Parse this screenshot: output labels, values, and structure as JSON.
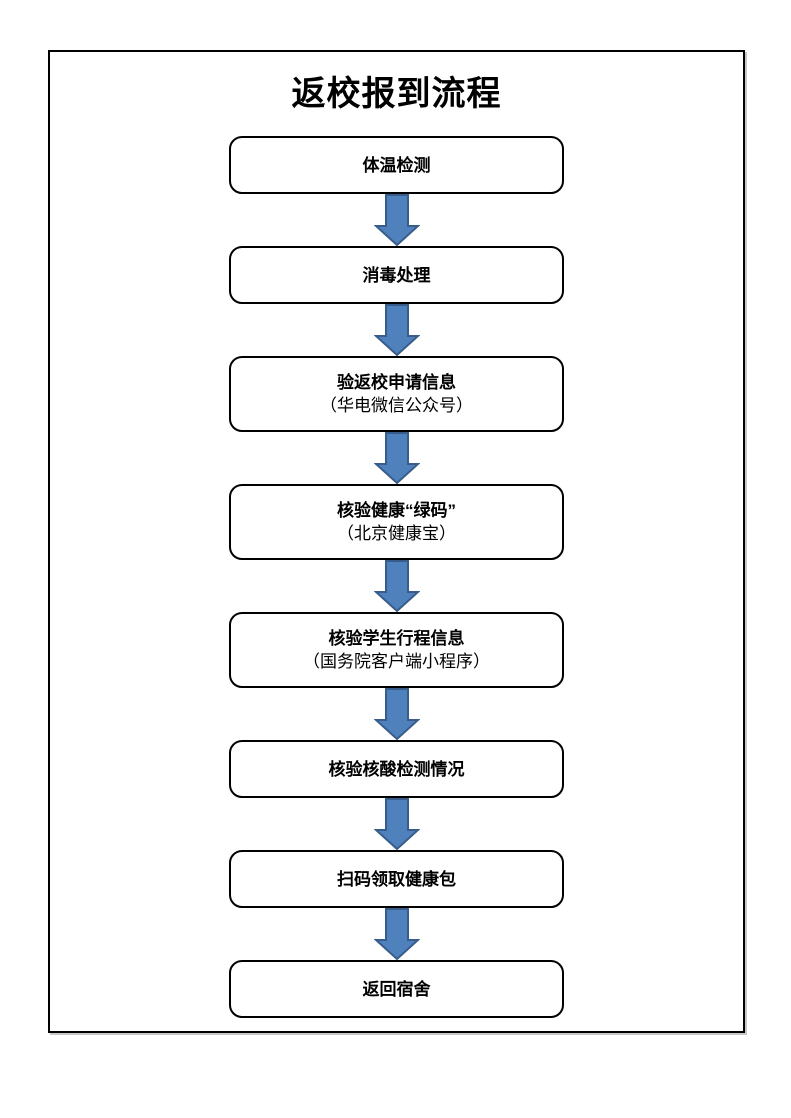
{
  "page": {
    "title": "返校报到流程"
  },
  "colors": {
    "arrow_fill": "#4f81bd",
    "arrow_stroke": "#385d8a",
    "box_border": "#000000"
  },
  "steps": [
    {
      "label": "体温检测"
    },
    {
      "label": "消毒处理"
    },
    {
      "label": "验返校申请信息",
      "sublabel": "（华电微信公众号）"
    },
    {
      "label": "核验健康“绿码”",
      "sublabel": "（北京健康宝）"
    },
    {
      "label": "核验学生行程信息",
      "sublabel": "（国务院客户端小程序）"
    },
    {
      "label": "核验核酸检测情况"
    },
    {
      "label": "扫码领取健康包"
    },
    {
      "label": "返回宿舍"
    }
  ]
}
